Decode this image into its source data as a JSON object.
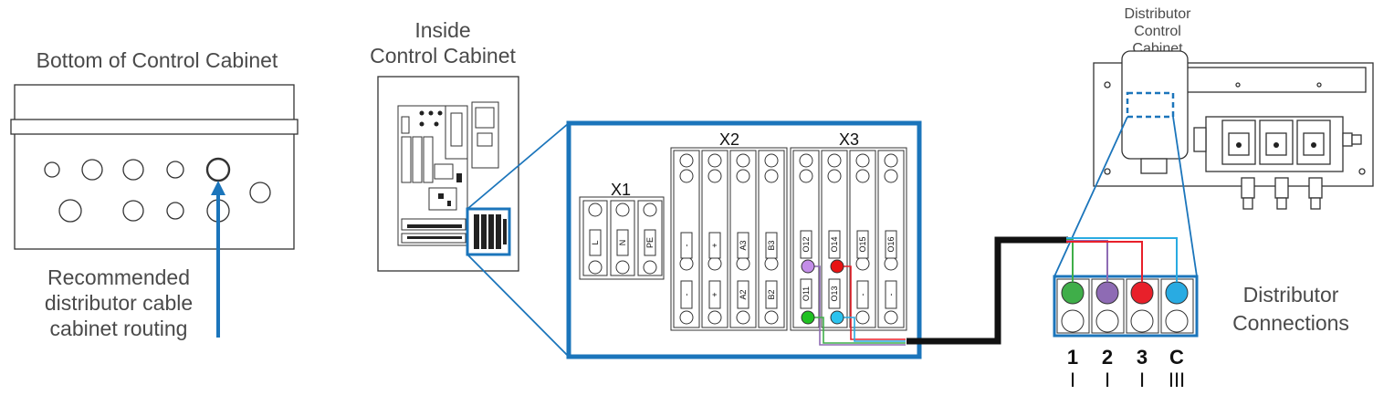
{
  "labels": {
    "bottom_cabinet": "Bottom of Control Cabinet",
    "inside_line1": "Inside",
    "inside_line2": "Control Cabinet",
    "recommend_line1": "Recommended",
    "recommend_line2": "distributor cable",
    "recommend_line3": "cabinet routing",
    "dist_cab_line1": "Distributor",
    "dist_cab_line2": "Control",
    "dist_cab_line3": "Cabinet",
    "dist_conn_line1": "Distributor",
    "dist_conn_line2": "Connections"
  },
  "terminal_blocks": {
    "x1": {
      "title": "X1",
      "terminals": [
        "L",
        "N",
        "PE"
      ]
    },
    "x2": {
      "title": "X2",
      "top": [
        "-",
        "+",
        "A3",
        "B3"
      ],
      "bottom": [
        "-",
        "+",
        "A2",
        "B2"
      ]
    },
    "x3": {
      "title": "X3",
      "top": [
        "O12",
        "O14",
        "O15",
        "O16"
      ],
      "bottom": [
        "O11",
        "O13",
        "-",
        "-"
      ]
    }
  },
  "connections": {
    "terminals": [
      {
        "number": "1",
        "mark": "I",
        "color": "#3fae49"
      },
      {
        "number": "2",
        "mark": "I",
        "color": "#8e6bb4"
      },
      {
        "number": "3",
        "mark": "I",
        "color": "#e8202a"
      },
      {
        "number": "C",
        "mark": "III",
        "color": "#29abe2"
      }
    ]
  },
  "colors": {
    "accent": "#1b75bb",
    "cable": "#111111"
  }
}
